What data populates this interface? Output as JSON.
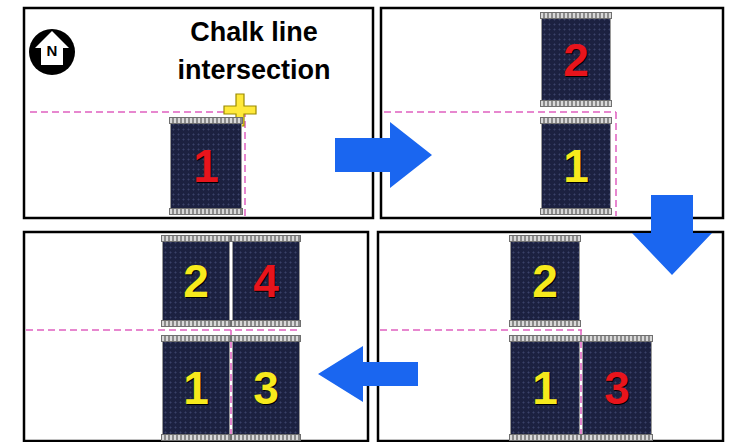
{
  "diagram": {
    "nodes": [
      {
        "text": [
          "1"
        ]
      },
      {
        "text": [
          "2"
        ]
      },
      {
        "text": [
          "1"
        ]
      },
      {
        "text": [
          "2"
        ]
      },
      {
        "text": [
          "1"
        ]
      },
      {
        "text": [
          "3"
        ]
      },
      {
        "text": [
          "2"
        ]
      },
      {
        "text": [
          "4"
        ]
      },
      {
        "text": [
          "1"
        ]
      },
      {
        "text": [
          "3"
        ]
      }
    ],
    "labels": [
      "N",
      "Chalk line intersection"
    ]
  }
}
